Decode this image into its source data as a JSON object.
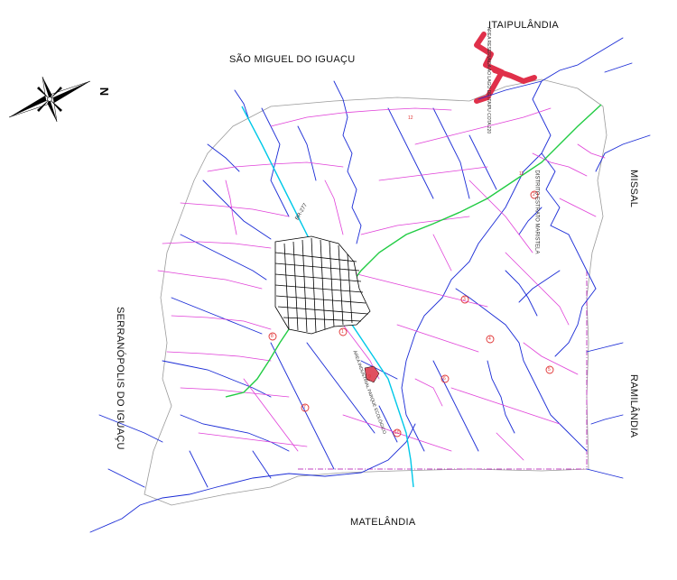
{
  "regions": {
    "north": "ITAIPULÂNDIA",
    "north_west": "SÃO MIGUEL DO IGUAÇU",
    "east_top": "MISSAL",
    "east_bottom": "RAMILÂNDIA",
    "west": "SERRANÓPOLIS DO IGUAÇU",
    "south": "MATELÂNDIA"
  },
  "compass": {
    "north_letter": "N"
  },
  "map_labels": {
    "road": "BR-277",
    "district": "DISTRITO ESTRATO MARISTELA",
    "reserve": "ÁREA RESERVADA AO LAGO DE ITAIPU COTA 220",
    "park": "ÁREA INDUSTRIAL PARQUE ECOLÓGICO"
  },
  "markers": [
    "1",
    "2",
    "3",
    "4",
    "5",
    "6",
    "7",
    "8",
    "9",
    "10",
    "11",
    "12"
  ],
  "colors": {
    "rivers": "#1a2bd6",
    "roads": "#e040d8",
    "highway": "#00c8e8",
    "power_line": "#22cc44",
    "lake": "#e0304a",
    "boundary": "#9a9a9a",
    "urban": "#000000",
    "marker": "#e03030"
  }
}
